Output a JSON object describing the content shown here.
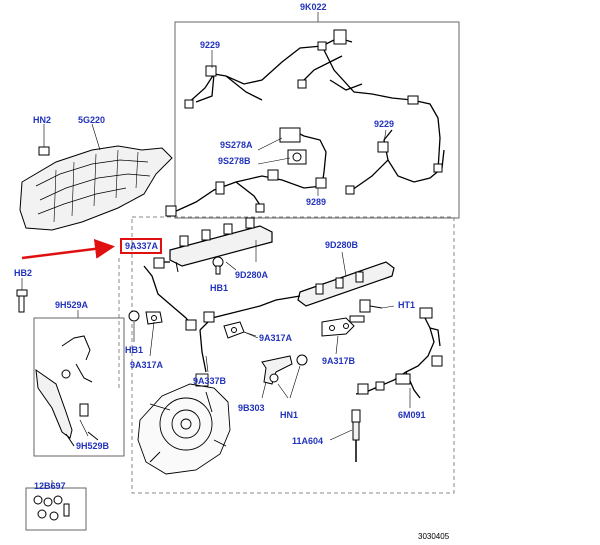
{
  "labels": {
    "l_9K022": "9K022",
    "l_9229a": "9229",
    "l_9229b": "9229",
    "l_HN2": "HN2",
    "l_5G220": "5G220",
    "l_9S278A": "9S278A",
    "l_9S278B": "9S278B",
    "l_9289": "9289",
    "l_9A337A": "9A337A",
    "l_9D280B": "9D280B",
    "l_HB2": "HB2",
    "l_9D280A": "9D280A",
    "l_HB1a": "HB1",
    "l_9H529A": "9H529A",
    "l_HT1": "HT1",
    "l_9A317A_r": "9A317A",
    "l_HB1b": "HB1",
    "l_9A317A_l": "9A317A",
    "l_9A317B": "9A317B",
    "l_9A337B": "9A337B",
    "l_9B303": "9B303",
    "l_HN1": "HN1",
    "l_6M091": "6M091",
    "l_11A604": "11A604",
    "l_9H529B": "9H529B",
    "l_12B697": "12B697"
  },
  "reference": "3030405",
  "colors": {
    "label": "#2233bb",
    "highlight": "#e01010",
    "line": "#000000",
    "box": "#666666"
  }
}
